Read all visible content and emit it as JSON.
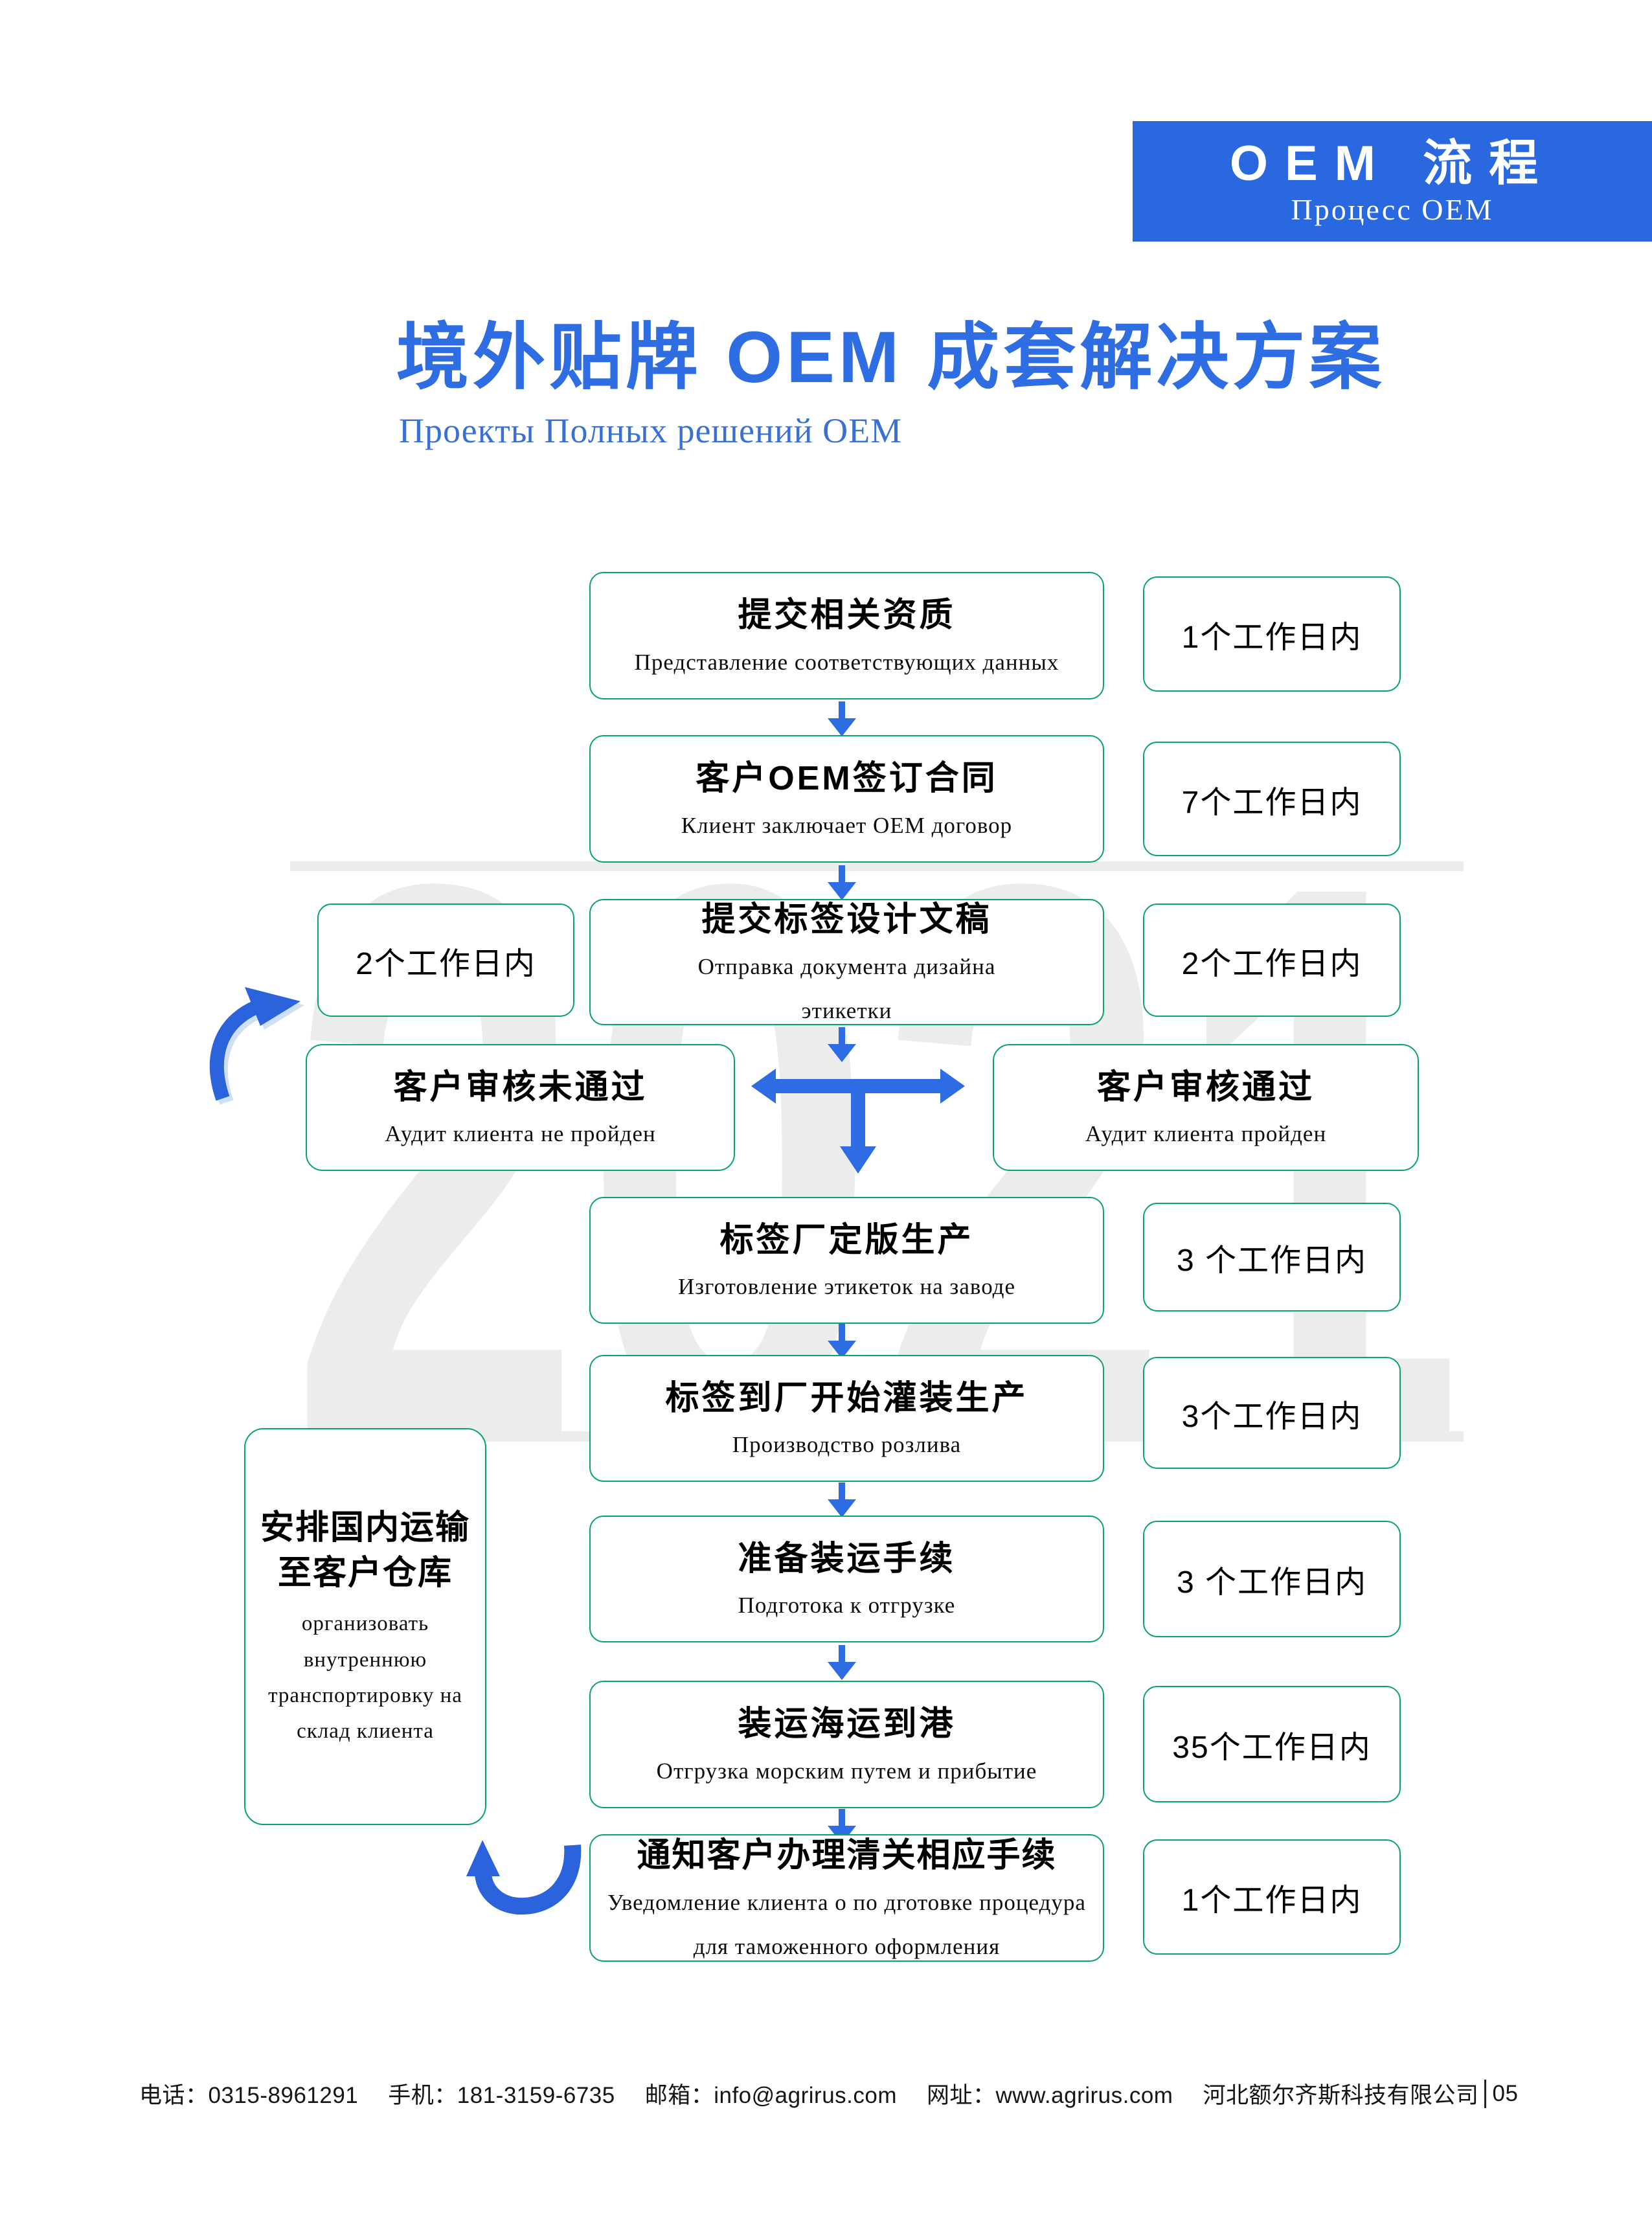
{
  "banner": {
    "title": "OEM 流程",
    "subtitle": "Процесс OEM"
  },
  "header": {
    "title": "境外贴牌 OEM 成套解决方案",
    "subtitle": "Проекты Полных решений OEM"
  },
  "watermark": "2021",
  "colors": {
    "accent_blue": "#2a68df",
    "flow_green": "#0aa463",
    "arrow_blue": "#2e6ce4",
    "watermark_gray": "#ececec"
  },
  "steps": [
    {
      "zh": "提交相关资质",
      "ru": [
        "Представление соответствующих данных"
      ],
      "duration": "1个工作日内"
    },
    {
      "zh": "客户OEM签订合同",
      "ru": [
        "Клиент заключает OEM договор"
      ],
      "duration": "7个工作日内"
    },
    {
      "zh": "提交标签设计文稿",
      "ru": [
        "Отправка документа дизайна",
        "этикетки"
      ],
      "duration": "2个工作日内",
      "duration_left": "2个工作日内"
    },
    {
      "zh": "标签厂定版生产",
      "ru": [
        "Изготовление этикеток на заводе"
      ],
      "duration": "3 个工作日内"
    },
    {
      "zh": "标签到厂开始灌装生产",
      "ru": [
        "Производство розлива"
      ],
      "duration": "3个工作日内"
    },
    {
      "zh": "准备装运手续",
      "ru": [
        "Подготока к отгрузке"
      ],
      "duration": "3 个工作日内"
    },
    {
      "zh": "装运海运到港",
      "ru": [
        "Отгрузка морским путем и прибытие"
      ],
      "duration": "35个工作日内"
    },
    {
      "zh": "通知客户办理清关相应手续",
      "ru": [
        "Уведомление клиента о по дготовке процедура",
        "для таможенного оформления"
      ],
      "duration": "1个工作日内"
    }
  ],
  "branch": {
    "fail": {
      "zh": "客户审核未通过",
      "ru": "Аудит клиента не пройден"
    },
    "pass": {
      "zh": "客户审核通过",
      "ru": "Аудит клиента пройден"
    }
  },
  "side_box": {
    "zh": [
      "安排国内运输",
      "至客户仓库"
    ],
    "ru": [
      "организовать",
      "внутреннюю",
      "транспортировку на",
      "склад клиента"
    ]
  },
  "footer": {
    "items": [
      "电话：0315-8961291",
      "手机：181-3159-6735",
      "邮箱：info@agrirus.com",
      "网址：www.agrirus.com",
      "河北额尔齐斯科技有限公司"
    ],
    "page": "05"
  }
}
